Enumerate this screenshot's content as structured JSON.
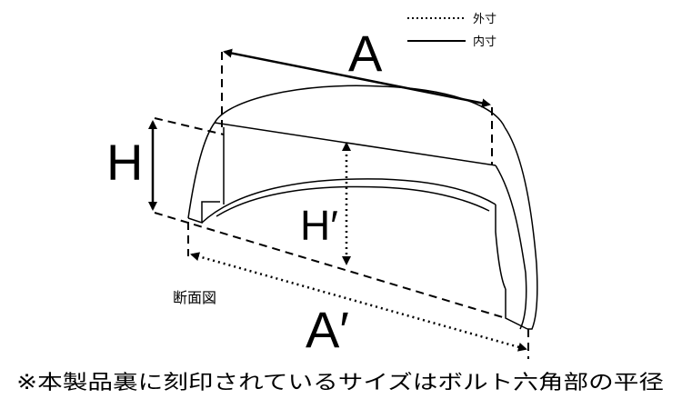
{
  "legend": {
    "outer_label": "外寸",
    "inner_label": "内寸"
  },
  "dimensions": {
    "a": "A",
    "a_prime": "A′",
    "h": "H",
    "h_prime": "H′"
  },
  "section_label": "断面図",
  "note": "※本製品裏に刻印されているサイズはボルト六角部の平径"
}
